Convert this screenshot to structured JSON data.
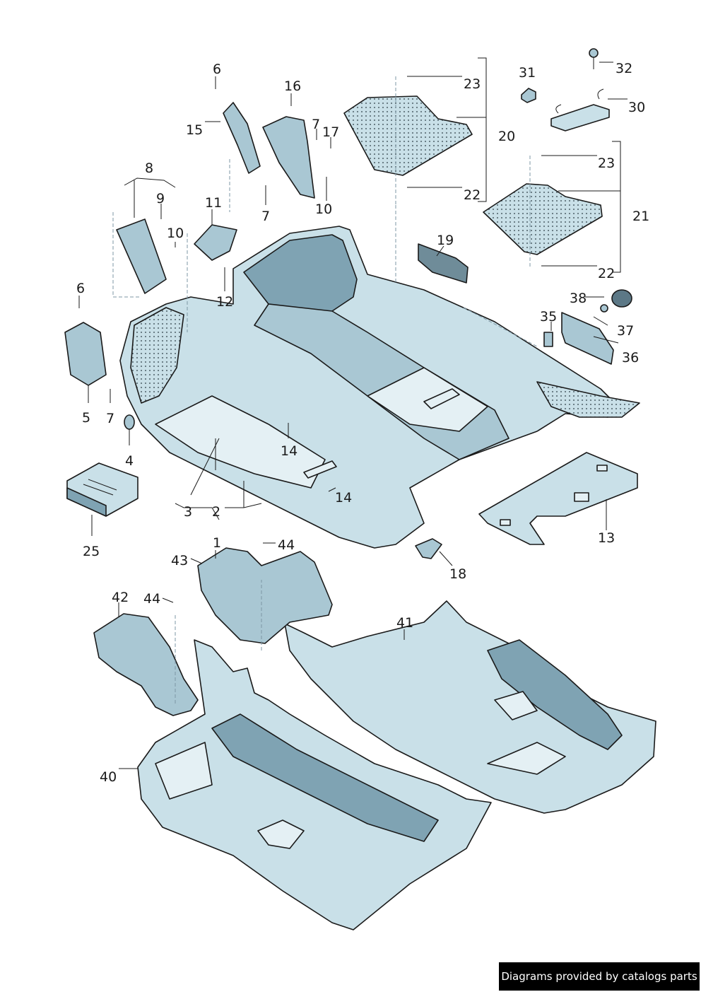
{
  "callouts": {
    "c1": "1",
    "c2": "2",
    "c3": "3",
    "c4": "4",
    "c5": "5",
    "c6a": "6",
    "c6b": "6",
    "c7a": "7",
    "c7b": "7",
    "c7c": "7",
    "c8": "8",
    "c9": "9",
    "c10a": "10",
    "c10b": "10",
    "c11": "11",
    "c12": "12",
    "c13": "13",
    "c14a": "14",
    "c14b": "14",
    "c15": "15",
    "c16": "16",
    "c17": "17",
    "c18": "18",
    "c19": "19",
    "c20": "20",
    "c21": "21",
    "c22a": "22",
    "c22b": "22",
    "c23a": "23",
    "c23b": "23",
    "c25": "25",
    "c30": "30",
    "c31": "31",
    "c32": "32",
    "c35": "35",
    "c36": "36",
    "c37": "37",
    "c38": "38",
    "c40": "40",
    "c41": "41",
    "c42": "42",
    "c43": "43",
    "c44a": "44",
    "c44b": "44"
  },
  "footer": {
    "text": "Diagrams provided by catalogs parts"
  },
  "colors": {
    "part_fill": "#c9e0e8",
    "part_shade": "#7fa3b3",
    "outline": "#1a1a1a",
    "footer_bg": "#000000",
    "footer_text": "#ffffff"
  }
}
